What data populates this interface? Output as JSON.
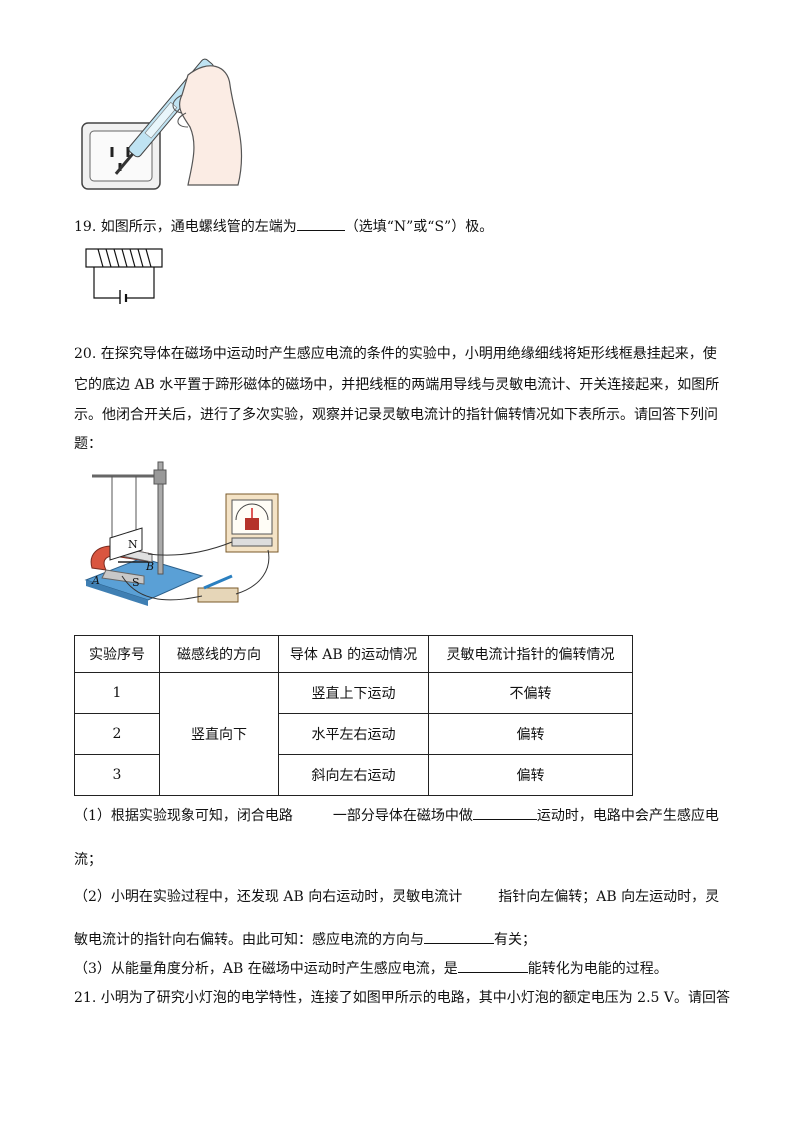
{
  "q19": {
    "text": "19. 如图所示，通电螺线管的左端为",
    "suffix": "（选填“N”或“S”）极。"
  },
  "q20": {
    "intro_lines": [
      "20. 在探究导体在磁场中运动时产生感应电流的条件的实验中，小明用绝缘细线将矩形线框悬挂起来，使",
      "它的底边 AB 水平置于蹄形磁体的磁场中，并把线框的两端用导线与灵敏电流计、开关连接起来，如图所",
      "示。他闭合开关后，进行了多次实验，观察并记录灵敏电流计的指针偏转情况如下表所示。请回答下列问",
      "题："
    ],
    "figure_labels": {
      "n": "N",
      "s": "S",
      "a": "A",
      "b": "B"
    },
    "table": {
      "headers": [
        "实验序号",
        "磁感线的方向",
        "导体 AB 的运动情况",
        "灵敏电流计指针的偏转情况"
      ],
      "direction": "竖直向下",
      "rows": [
        {
          "no": "1",
          "motion": "竖直上下运动",
          "deflection": "不偏转"
        },
        {
          "no": "2",
          "motion": "水平左右运动",
          "deflection": "偏转"
        },
        {
          "no": "3",
          "motion": "斜向左右运动",
          "deflection": "偏转"
        }
      ]
    },
    "sub1": {
      "part1": "（1）根据实验现象可知，闭合电路",
      "part2": "一部分导体在磁场中做",
      "part3": "运动时，电路中会产生感应电",
      "cont": "流；"
    },
    "sub2": {
      "part1": "（2）小明在实验过程中，还发现 AB 向右运动时，灵敏电流计",
      "part2": "指针向左偏转；AB 向左运动时，灵",
      "cont1": "敏电流计的指针向右偏转。由此可知：感应电流的方向与",
      "cont2": "有关；"
    },
    "sub3": {
      "part1": "（3）从能量角度分析，AB 在磁场中运动时产生感应电流，是",
      "part2": "能转化为电能的过程。"
    }
  },
  "q21": {
    "text": "21. 小明为了研究小灯泡的电学特性，连接了如图甲所示的电路，其中小灯泡的额定电压为 2.5 V。请回答"
  }
}
